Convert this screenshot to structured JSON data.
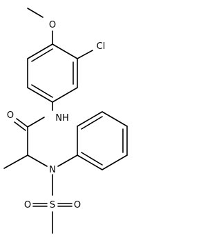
{
  "molecule": {
    "atoms": {
      "methoxy_o": "O",
      "chloro": "Cl",
      "amide_nh": "NH",
      "amide_o": "O",
      "amine_n": "N",
      "sulfonyl_s": "S",
      "sulfonyl_o_left": "O",
      "sulfonyl_o_right": "O"
    }
  }
}
